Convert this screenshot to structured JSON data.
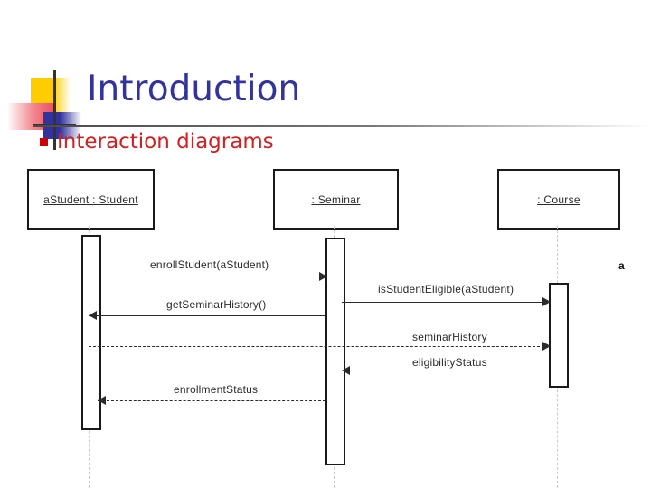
{
  "slide": {
    "title": "Introduction",
    "bullet": "Interaction diagrams",
    "colors": {
      "title": "#33339c",
      "bullet_text": "#cc2222",
      "bullet_marker": "#cc0000",
      "deco_yellow": "#ffcc00",
      "deco_blue": "#3333a0",
      "deco_red": "#e8505a",
      "diagram_stroke": "#1a1a1a"
    }
  },
  "diagram": {
    "type": "uml-sequence-diagram",
    "lifelines": [
      {
        "id": "student",
        "label": "aStudent : Student"
      },
      {
        "id": "seminar",
        "label": ": Seminar"
      },
      {
        "id": "course",
        "label": ": Course"
      }
    ],
    "messages": [
      {
        "label": "enrollStudent(aStudent)",
        "from": "student",
        "to": "seminar",
        "style": "solid",
        "direction": "right"
      },
      {
        "label": "isStudentEligible(aStudent)",
        "from": "seminar",
        "to": "course",
        "style": "solid",
        "direction": "right"
      },
      {
        "label": "getSeminarHistory()",
        "from": "seminar",
        "to": "student",
        "style": "solid",
        "direction": "left"
      },
      {
        "label": "seminarHistory",
        "from": "student",
        "to": "course",
        "style": "dashed",
        "direction": "right"
      },
      {
        "label": "eligibilityStatus",
        "from": "course",
        "to": "seminar",
        "style": "dashed",
        "direction": "left"
      },
      {
        "label": "enrollmentStatus",
        "from": "seminar",
        "to": "student",
        "style": "dashed",
        "direction": "left"
      }
    ],
    "clipped_text": "a"
  }
}
